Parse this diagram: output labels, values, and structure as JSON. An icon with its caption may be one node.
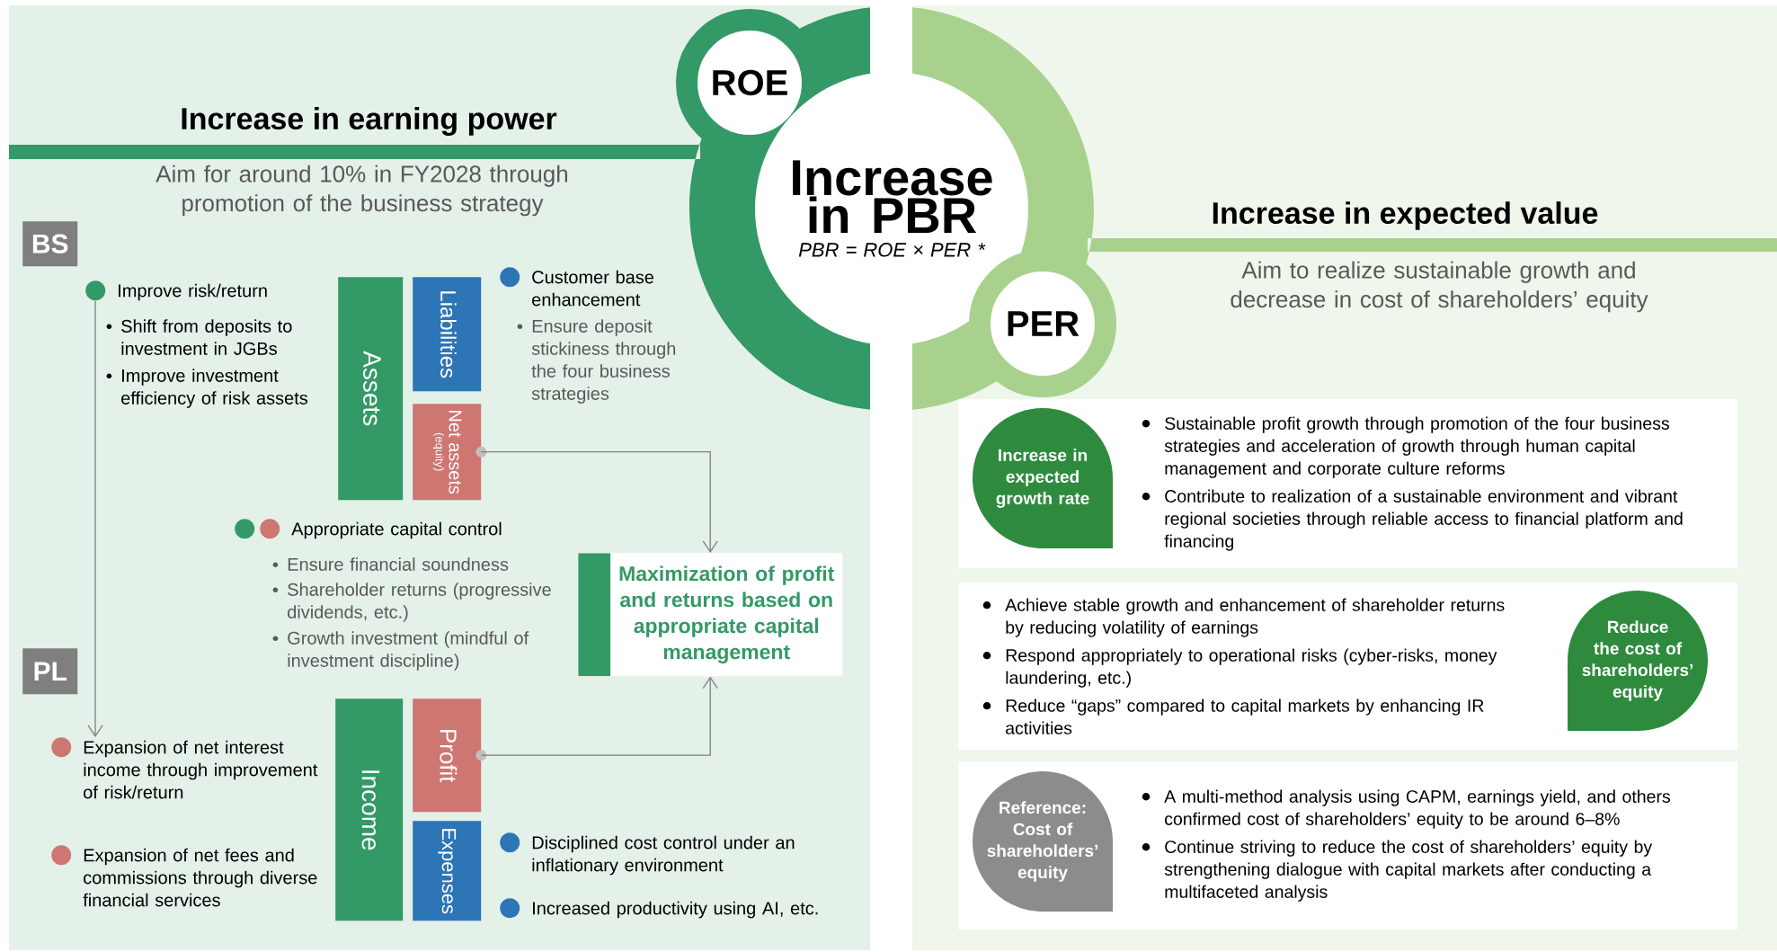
{
  "diagram": {
    "nodes": [
      {
        "text": [
          "ROE"
        ]
      },
      {
        "text": [
          "Increase in PBR",
          "PBR = ROE × PER *"
        ]
      },
      {
        "text": [
          "PER"
        ]
      },
      {
        "text": [
          "BS"
        ]
      },
      {
        "text": [
          "Improve risk/return"
        ]
      },
      {
        "text": [
          "Assets"
        ]
      },
      {
        "text": [
          "Liabilities"
        ]
      },
      {
        "text": [
          "Net assets",
          "(equity)"
        ]
      },
      {
        "text": [
          "Maximization of profit and returns based on appropriate capital management"
        ]
      },
      {
        "text": [
          "PL"
        ]
      },
      {
        "text": [
          "Expansion of net interest income through improvement of risk/return"
        ]
      },
      {
        "text": [
          "Income"
        ]
      },
      {
        "text": [
          "Profit"
        ]
      },
      {
        "text": [
          "Expenses"
        ]
      },
      {
        "text": [
          "Sustainable profit growth through promotion of the four business strategies and acceleration of growth through human capital management and corporate culture reforms",
          "Contribute to realization of a sustainable environment and vibrant regional societies through reliable access to financial platform and financing"
        ]
      },
      {
        "text": [
          "Increase in expected growth rate"
        ],
        "in": 14
      },
      {
        "text": [
          "Achieve stable growth and enhancement of shareholder returns by reducing volatility of earnings",
          "Respond appropriately to operational risks (cyber-risks, money laundering, etc.)",
          "Reduce “gaps” compared to capital markets by enhancing IR activities"
        ]
      },
      {
        "text": [
          "Reduce the cost of shareholders’ equity"
        ],
        "in": 16
      },
      {
        "text": [
          "A multi-method analysis using CAPM, earnings yield, and others confirmed cost of shareholders’ equity to be around 6–8%",
          "Continue striving to reduce the cost of shareholders’ equity by strengthening dialogue with capital markets after conducting a multifaceted analysis"
        ]
      },
      {
        "text": [
          "Reference: Cost of shareholders’ equity"
        ],
        "in": 18
      },
      {
        "text": [
          "Customer base enhancement"
        ]
      },
      {
        "text": [
          "Appropriate capital control"
        ]
      },
      {
        "text": [
          "Expansion of net fees and commissions through diverse financial services"
        ]
      },
      {
        "text": [
          "Disciplined cost control under an inflationary environment"
        ]
      },
      {
        "text": [
          "Increased productivity using AI, etc."
        ]
      }
    ],
    "edges": [
      {
        "from": 4,
        "to": 10,
        "arrow": "to"
      },
      {
        "from": 7,
        "to": 8,
        "arrow": "to"
      },
      {
        "from": 12,
        "to": 8,
        "arrow": "to"
      }
    ],
    "labels": [
      "Increase in earning power",
      "Aim for around 10% in FY2028 through promotion of the business strategy",
      "Shift from deposits to investment in JGBs",
      "Improve investment efficiency of risk assets",
      "Ensure deposit stickiness through the four business strategies",
      "Ensure financial soundness",
      "Shareholder returns (progressive dividends, etc.)",
      "Growth investment (mindful of investment discipline)",
      "Increase in expected value",
      "Aim to realize sustainable growth and decrease in cost of shareholders’ equity"
    ]
  }
}
